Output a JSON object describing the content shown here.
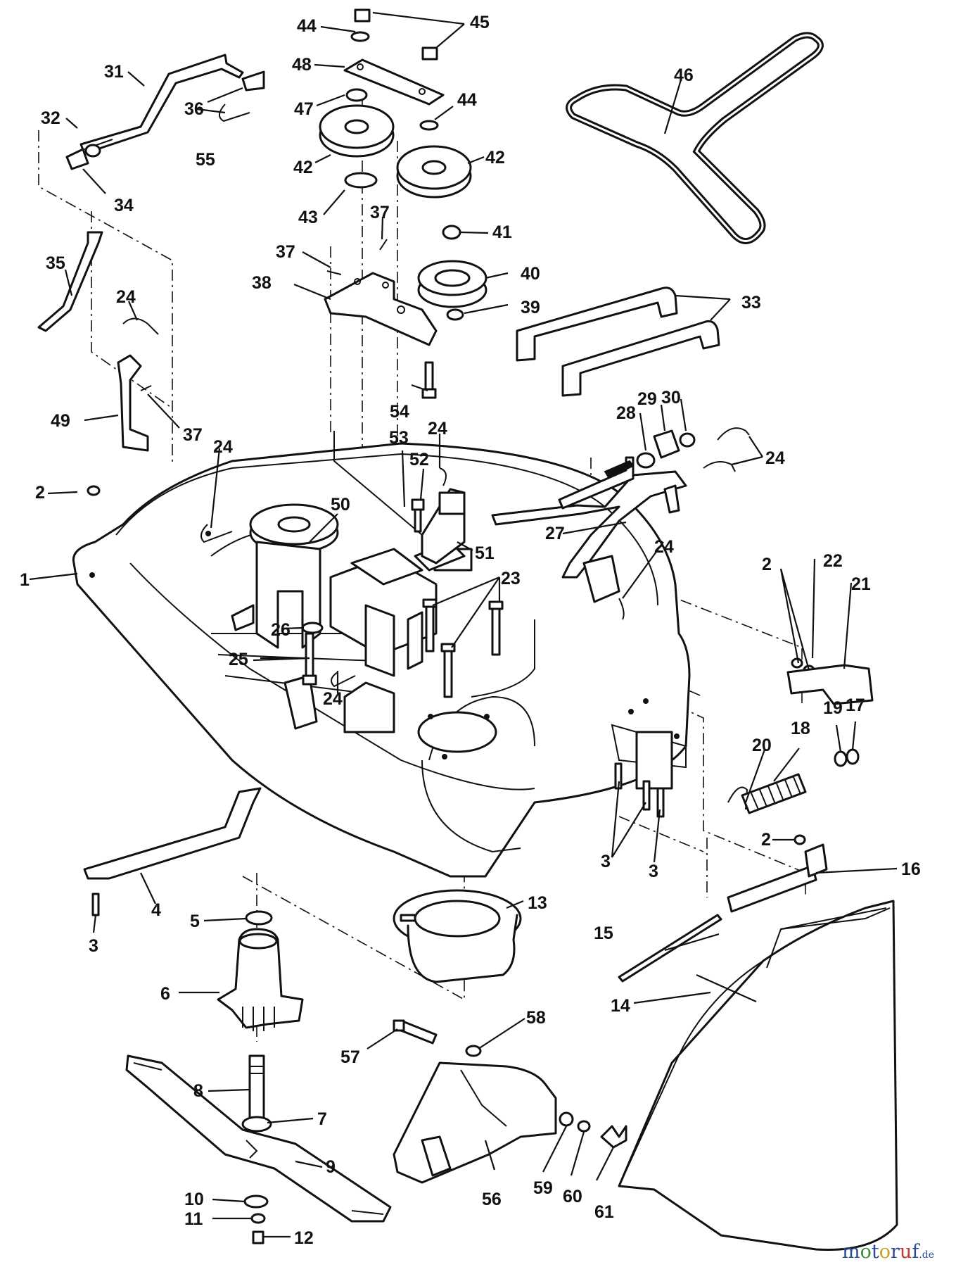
{
  "diagram": {
    "callouts": {
      "c1": "1",
      "c2a": "2",
      "c2b": "2",
      "c2c": "2",
      "c3a": "3",
      "c3b": "3",
      "c3c": "3",
      "c4": "4",
      "c5": "5",
      "c6": "6",
      "c7": "7",
      "c8": "8",
      "c9": "9",
      "c10": "10",
      "c11": "11",
      "c12": "12",
      "c13": "13",
      "c14": "14",
      "c15": "15",
      "c16": "16",
      "c17": "17",
      "c18": "18",
      "c19": "19",
      "c20": "20",
      "c21": "21",
      "c22": "22",
      "c23": "23",
      "c24a": "24",
      "c24b": "24",
      "c24c": "24",
      "c24d": "24",
      "c24e": "24",
      "c24f": "24",
      "c25": "25",
      "c26": "26",
      "c27": "27",
      "c28": "28",
      "c29": "29",
      "c30": "30",
      "c31": "31",
      "c32": "32",
      "c33": "33",
      "c34": "34",
      "c35": "35",
      "c36": "36",
      "c37a": "37",
      "c37b": "37",
      "c37c": "37",
      "c38": "38",
      "c39": "39",
      "c40": "40",
      "c41": "41",
      "c42a": "42",
      "c42b": "42",
      "c43": "43",
      "c44a": "44",
      "c44b": "44",
      "c45": "45",
      "c46": "46",
      "c47": "47",
      "c48": "48",
      "c49": "49",
      "c50": "50",
      "c51": "51",
      "c52": "52",
      "c53": "53",
      "c54": "54",
      "c55": "55",
      "c56": "56",
      "c57": "57",
      "c58": "58",
      "c59": "59",
      "c60": "60",
      "c61": "61"
    },
    "watermark": {
      "m": "m",
      "o1": "o",
      "t": "t",
      "o2": "o",
      "r": "r",
      "u": "u",
      "f": "f",
      "de": ".de"
    },
    "colors": {
      "ink": "#111111",
      "paper": "#ffffff",
      "wm_blue": "#2a4a9a",
      "wm_green": "#3c8f3c",
      "wm_red": "#c0392b",
      "wm_gold": "#c8a020"
    }
  }
}
